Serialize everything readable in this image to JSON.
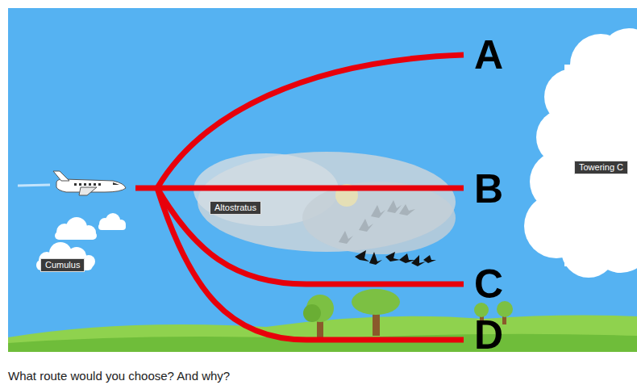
{
  "diagram": {
    "caption": "What route would you choose? And why?",
    "labels": [
      "A",
      "B",
      "C",
      "D",
      "Altostratus",
      "Cumulus",
      "Towering C"
    ]
  }
}
